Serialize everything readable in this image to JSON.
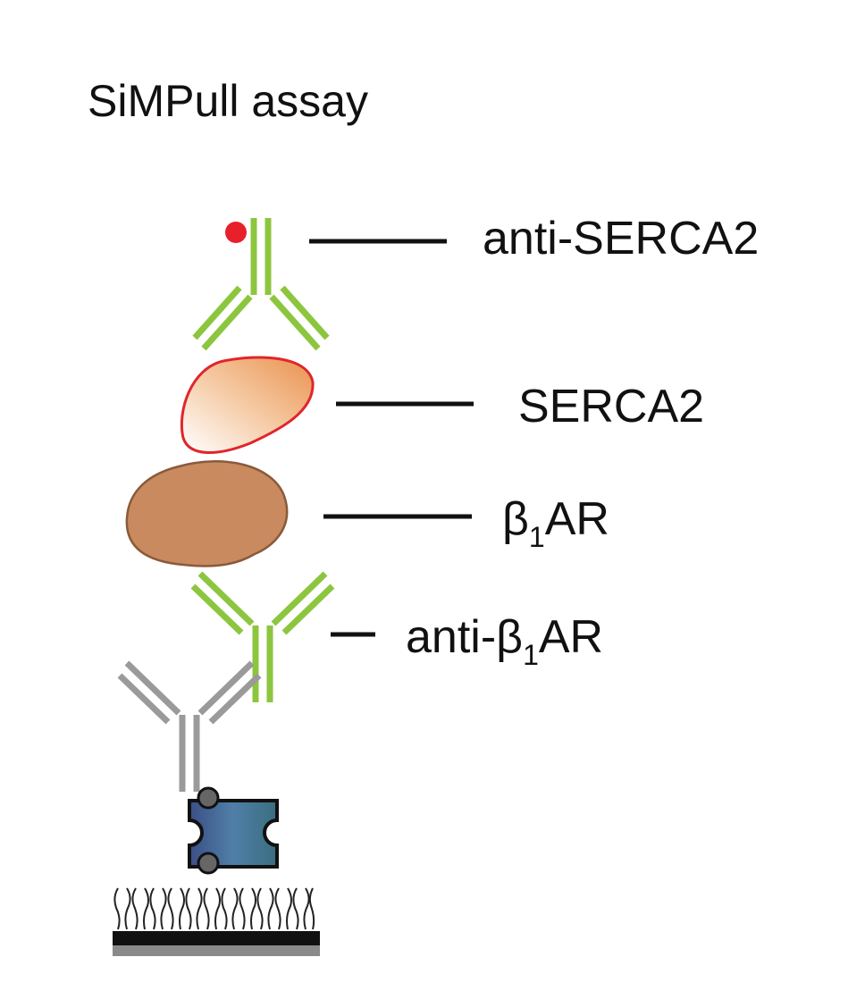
{
  "title": "SiMPull assay",
  "labels": {
    "anti_serca2": "anti-SERCA2",
    "serca2": "SERCA2",
    "beta1ar": {
      "prefix": "β",
      "subscript": "1",
      "suffix": "AR"
    },
    "anti_beta1ar": {
      "prefix": "anti-β",
      "subscript": "1",
      "suffix": "AR"
    }
  },
  "colors": {
    "antibody_green": "#8cc63f",
    "antibody_gray": "#9a9a9a",
    "fluorophore_red": "#e8202a",
    "serca2_outline": "#e0262b",
    "serca2_fill": "#f2b07a",
    "beta1ar_fill": "#c98a60",
    "beta1ar_outline": "#8a5a3a",
    "anchor_fill": "#4a6fa0",
    "surface_dark": "#111111"
  }
}
